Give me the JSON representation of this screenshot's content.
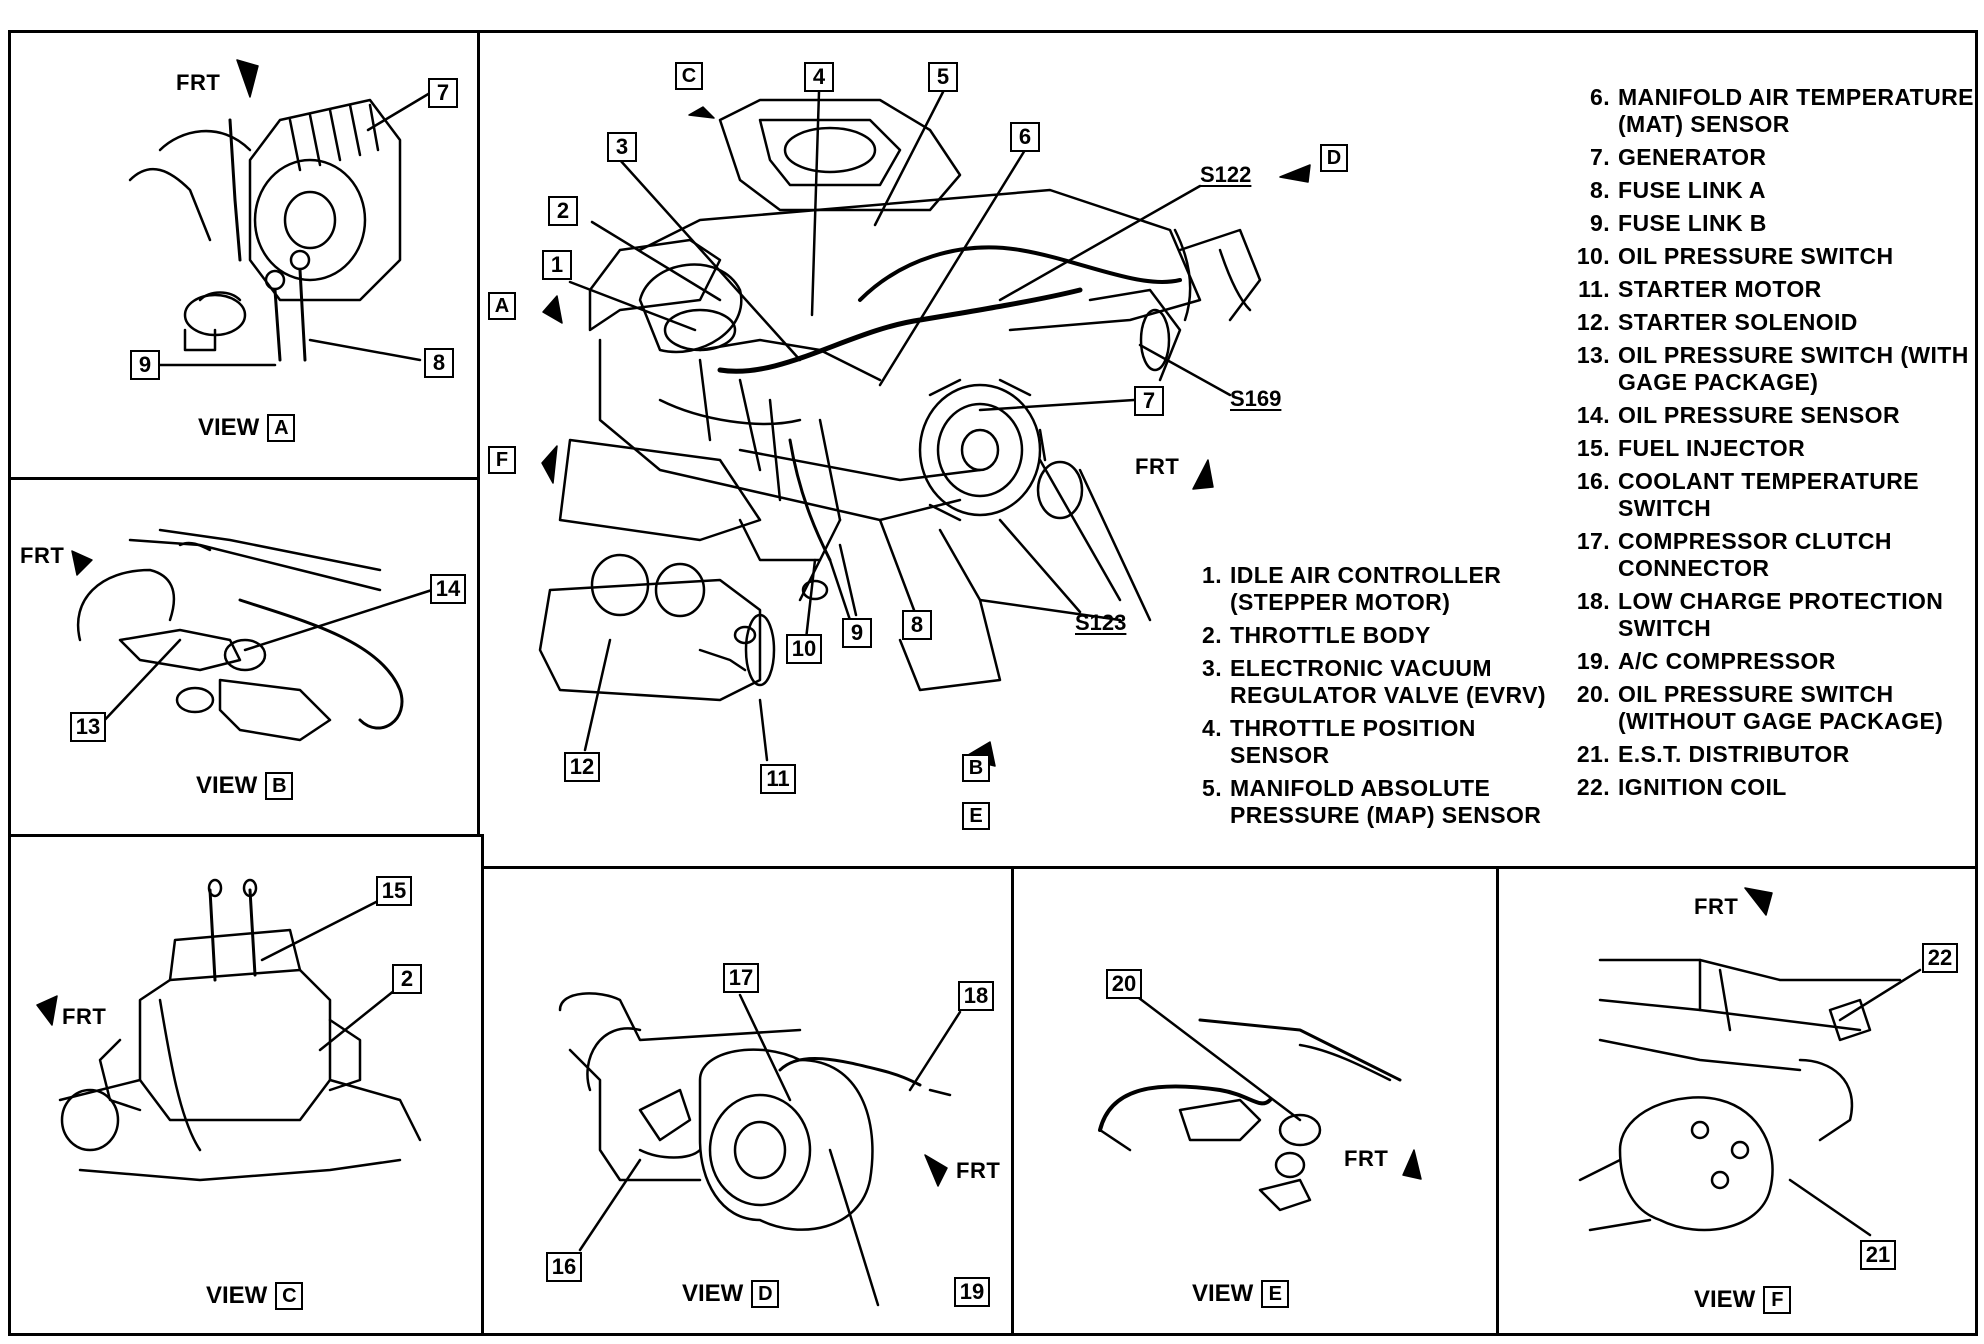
{
  "main": {
    "frt_label": "FRT",
    "splices": {
      "s122": "S122",
      "s169": "S169",
      "s123": "S123"
    },
    "callouts": [
      "1",
      "2",
      "3",
      "4",
      "5",
      "6",
      "7",
      "8",
      "9",
      "10",
      "11",
      "12"
    ],
    "view_refs": [
      "A",
      "B",
      "C",
      "D",
      "E",
      "F"
    ]
  },
  "views": {
    "a": {
      "word": "VIEW",
      "letter": "A",
      "frt": "FRT",
      "callouts": [
        "7",
        "8",
        "9"
      ]
    },
    "b": {
      "word": "VIEW",
      "letter": "B",
      "frt": "FRT",
      "callouts": [
        "13",
        "14"
      ]
    },
    "c": {
      "word": "VIEW",
      "letter": "C",
      "frt": "FRT",
      "callouts": [
        "15",
        "2"
      ]
    },
    "d": {
      "word": "VIEW",
      "letter": "D",
      "frt": "FRT",
      "callouts": [
        "16",
        "17",
        "18",
        "19"
      ]
    },
    "e": {
      "word": "VIEW",
      "letter": "E",
      "frt": "FRT",
      "callouts": [
        "20"
      ]
    },
    "f": {
      "word": "VIEW",
      "letter": "F",
      "frt": "FRT",
      "callouts": [
        "21",
        "22"
      ]
    }
  },
  "legend": [
    {
      "num": "1.",
      "text": "IDLE AIR CONTROLLER (STEPPER MOTOR)"
    },
    {
      "num": "2.",
      "text": "THROTTLE BODY"
    },
    {
      "num": "3.",
      "text": "ELECTRONIC VACUUM REGULATOR VALVE (EVRV)"
    },
    {
      "num": "4.",
      "text": "THROTTLE POSITION SENSOR"
    },
    {
      "num": "5.",
      "text": "MANIFOLD ABSOLUTE PRESSURE (MAP) SENSOR"
    },
    {
      "num": "6.",
      "text": "MANIFOLD AIR TEMPERATURE (MAT) SENSOR"
    },
    {
      "num": "7.",
      "text": "GENERATOR"
    },
    {
      "num": "8.",
      "text": "FUSE LINK A"
    },
    {
      "num": "9.",
      "text": "FUSE LINK B"
    },
    {
      "num": "10.",
      "text": "OIL PRESSURE SWITCH"
    },
    {
      "num": "11.",
      "text": "STARTER MOTOR"
    },
    {
      "num": "12.",
      "text": "STARTER SOLENOID"
    },
    {
      "num": "13.",
      "text": "OIL PRESSURE SWITCH (WITH GAGE PACKAGE)"
    },
    {
      "num": "14.",
      "text": "OIL PRESSURE SENSOR"
    },
    {
      "num": "15.",
      "text": "FUEL INJECTOR"
    },
    {
      "num": "16.",
      "text": "COOLANT TEMPERATURE SWITCH"
    },
    {
      "num": "17.",
      "text": "COMPRESSOR CLUTCH CONNECTOR"
    },
    {
      "num": "18.",
      "text": "LOW CHARGE PROTECTION SWITCH"
    },
    {
      "num": "19.",
      "text": "A/C COMPRESSOR"
    },
    {
      "num": "20.",
      "text": "OIL PRESSURE SWITCH (WITHOUT GAGE PACKAGE)"
    },
    {
      "num": "21.",
      "text": "E.S.T. DISTRIBUTOR"
    },
    {
      "num": "22.",
      "text": "IGNITION COIL"
    }
  ]
}
